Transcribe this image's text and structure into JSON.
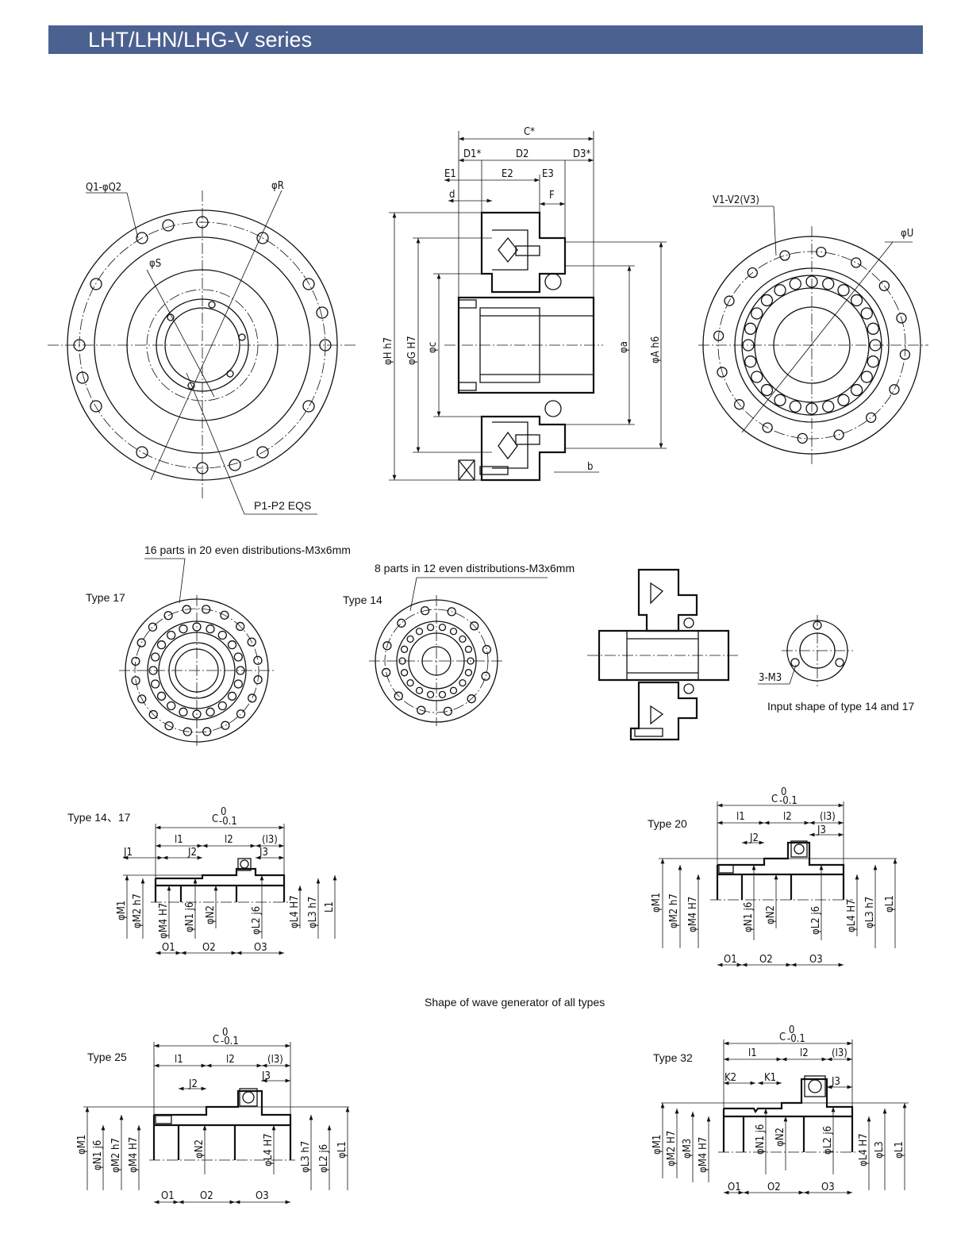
{
  "header": {
    "title": "LHT/LHN/LHG-V series"
  },
  "front_view": {
    "holes_label": "Q1-φQ2",
    "r_label": "φR",
    "s_label": "φS",
    "eqs_label": "P1-P2 EQS"
  },
  "section_view": {
    "c": "C*",
    "d1": "D1*",
    "d2": "D2",
    "d3": "D3*",
    "e1": "E1",
    "e2": "E2",
    "e3": "E3",
    "d": "d",
    "f": "F",
    "h": "φH h7",
    "g": "φG H7",
    "cc": "φc",
    "a_small": "φa",
    "a": "φA h6",
    "b": "b"
  },
  "rear_view": {
    "holes_label": "V1-V2(V3)",
    "u_label": "φU"
  },
  "mid": {
    "type17": "Type 17",
    "note17": "16 parts in 20 even distributions-M3x6mm",
    "type14": "Type 14",
    "note14": "8 parts in 12 even distributions-M3x6mm",
    "m3": "3-M3",
    "input_caption": "Input shape of type 14 and 17"
  },
  "wave_caption": "Shape of wave generator of all types",
  "wg_14_17": {
    "title": "Type 14、17",
    "c": "C",
    "tol_top": "0",
    "tol_bot": "-0.1",
    "l1": "l1",
    "l2": "l2",
    "l3": "(l3)",
    "j1": "J1",
    "j2": "J2",
    "j3": "J3",
    "m1": "φM1",
    "m2": "φM2 h7",
    "m4": "φM4 H7",
    "n1": "φN1 j6",
    "n2": "φN2",
    "lo2": "φL2 j6",
    "lo4": "φL4 H7",
    "lo3": "φL3 h7",
    "lo1": "L1",
    "o1": "O1",
    "o2": "O2",
    "o3": "O3"
  },
  "wg_20": {
    "title": "Type 20",
    "c": "C",
    "tol_top": "0",
    "tol_bot": "-0.1",
    "l1": "l1",
    "l2": "l2",
    "l3": "(l3)",
    "j2": "J2",
    "j3": "J3",
    "m1": "φM1",
    "m2": "φM2 h7",
    "m4": "φM4 H7",
    "n1": "φN1 j6",
    "n2": "φN2",
    "lo2": "φL2 j6",
    "lo4": "φL4 H7",
    "lo3": "φL3 h7",
    "lo1": "φL1",
    "o1": "O1",
    "o2": "O2",
    "o3": "O3"
  },
  "wg_25": {
    "title": "Type 25",
    "c": "C",
    "tol_top": "0",
    "tol_bot": "-0.1",
    "l1": "l1",
    "l2": "l2",
    "l3": "(l3)",
    "j2": "J2",
    "j3": "J3",
    "m1": "φM1",
    "n1": "φN1 j6",
    "m2": "φM2 h7",
    "m4": "φM4 H7",
    "n2": "φN2",
    "lo4": "φL4 H7",
    "lo3": "φL3 h7",
    "lo2": "φL2 j6",
    "lo1": "φL1",
    "o1": "O1",
    "o2": "O2",
    "o3": "O3"
  },
  "wg_32": {
    "title": "Type 32",
    "c": "C",
    "tol_top": "0",
    "tol_bot": "-0.1",
    "l1": "l1",
    "l2": "l2",
    "l3": "(l3)",
    "k2": "K2",
    "k1": "K1",
    "j3": "J3",
    "m1": "φM1",
    "m2": "φM2 H7",
    "m3": "φM3",
    "m4": "φM4 H7",
    "n1": "φN1 j6",
    "n2": "φN2",
    "lo2": "φL2 j6",
    "lo4": "φL4 H7",
    "lo3": "φL3",
    "lo1": "φL1",
    "o1": "O1",
    "o2": "O2",
    "o3": "O3"
  }
}
